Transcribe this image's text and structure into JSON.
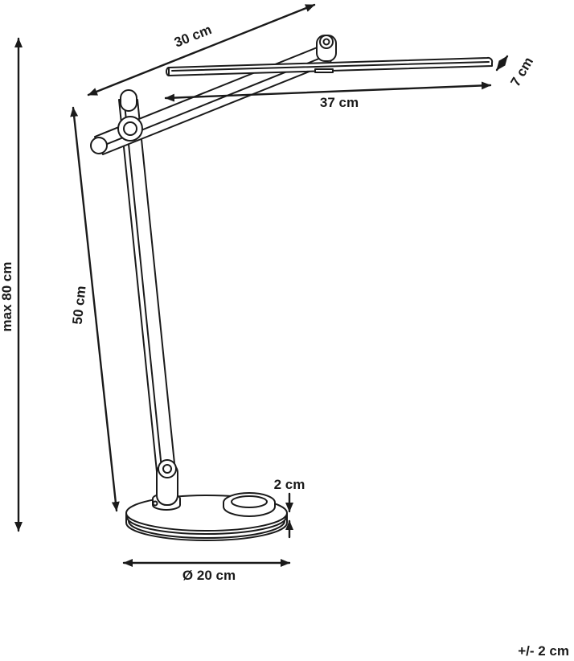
{
  "dimensions": {
    "arm_length": "30 cm",
    "head_length": "37 cm",
    "head_depth": "7 cm",
    "max_height": "max 80 cm",
    "column_height": "50 cm",
    "base_thickness": "2 cm",
    "base_diameter": "Ø 20 cm"
  },
  "tolerance": "+/- 2 cm",
  "colors": {
    "line": "#1a1a1a",
    "background": "#ffffff"
  }
}
